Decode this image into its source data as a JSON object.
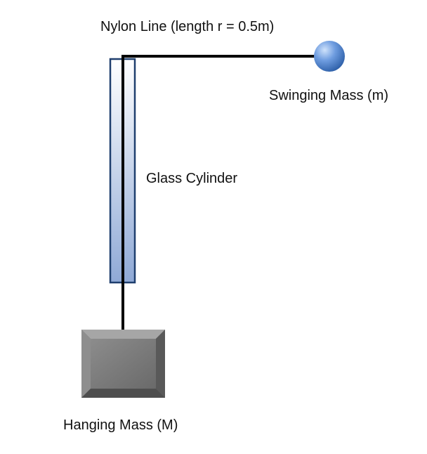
{
  "labels": {
    "nylon_line": "Nylon Line (length r = 0.5m)",
    "swinging_mass": "Swinging Mass (m)",
    "glass_cylinder": "Glass Cylinder",
    "hanging_mass": "Hanging Mass (M)"
  },
  "colors": {
    "line": "#000000",
    "cylinder_border": "#1f3f6e",
    "cylinder_fill_top": "#ffffff",
    "cylinder_fill_bottom": "#8fa9d6",
    "sphere_light": "#9cc0f0",
    "sphere_dark": "#2d5fa8",
    "block_face": "#7a7a7a",
    "block_edge": "#5a5a5a"
  }
}
